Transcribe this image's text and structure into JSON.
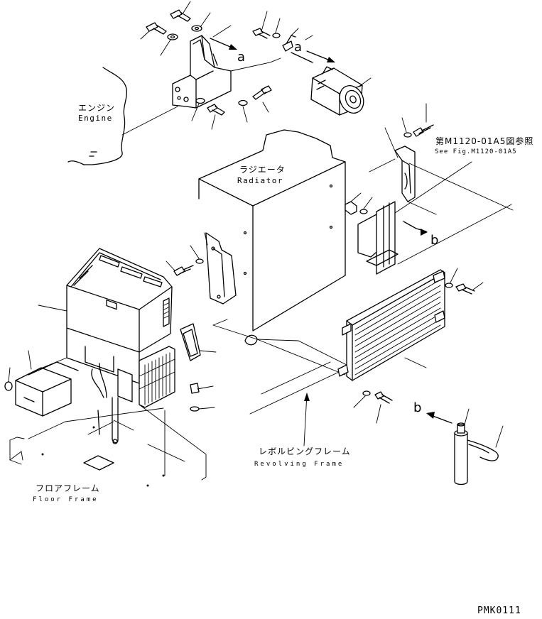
{
  "labels": {
    "engine_jp": "エンジン",
    "engine_en": "Engine",
    "radiator_jp": "ラジエータ",
    "radiator_en": "Radiator",
    "see_fig_jp": "第M1120-01A5図参照",
    "see_fig_en": "See Fig.M1120-01A5",
    "revolving_frame_jp": "レボルビングフレーム",
    "revolving_frame_en": "Revolving Frame",
    "floor_frame_jp": "フロアフレーム",
    "floor_frame_en": "Floor Frame",
    "figure_code": "PMK0111"
  },
  "reference_markers": {
    "a_bracket": "a",
    "a_compressor": "a",
    "b_condenser": "b",
    "b_receiver": "b"
  }
}
